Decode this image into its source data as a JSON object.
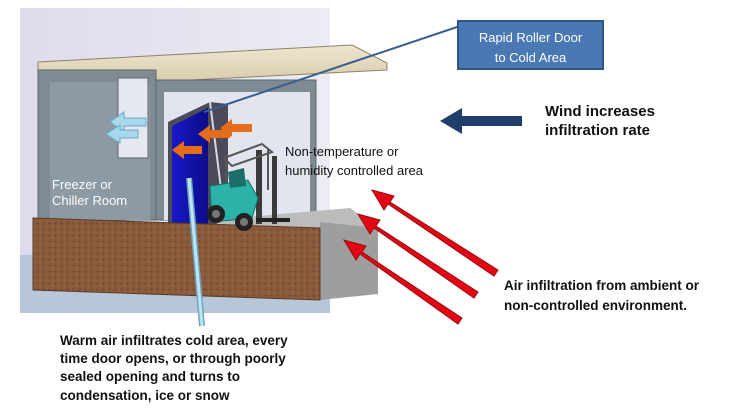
{
  "labels": {
    "door_callout_line1": "Rapid Roller Door",
    "door_callout_line2": "to Cold Area",
    "wind_line1": "Wind increases",
    "wind_line2": "infiltration rate",
    "room_line1": "Freezer or",
    "room_line2": "Chiller Room",
    "noncontrolled_line1": "Non-temperature or",
    "noncontrolled_line2": "humidity controlled area",
    "ambient_line1": "Air infiltration from ambient or",
    "ambient_line2": "non-controlled environment.",
    "warm_line1": "Warm air infiltrates cold area, every",
    "warm_line2": "time door opens, or through poorly",
    "warm_line3": "sealed opening and turns to",
    "warm_line4": "condensation, ice or snow"
  },
  "colors": {
    "callout_fill": "#4a78b4",
    "wind_arrow": "#1f3e6b",
    "infiltration_arrows": "#e30613",
    "cold_air_arrows": "#a8d8ec",
    "warm_air_arrows": "#e46c1a",
    "door": "#1414b4",
    "forklift": "#2bb3a8",
    "wall": "#7f8a93",
    "foundation": "#8a5a3c",
    "roof": "#e7dcc2"
  }
}
